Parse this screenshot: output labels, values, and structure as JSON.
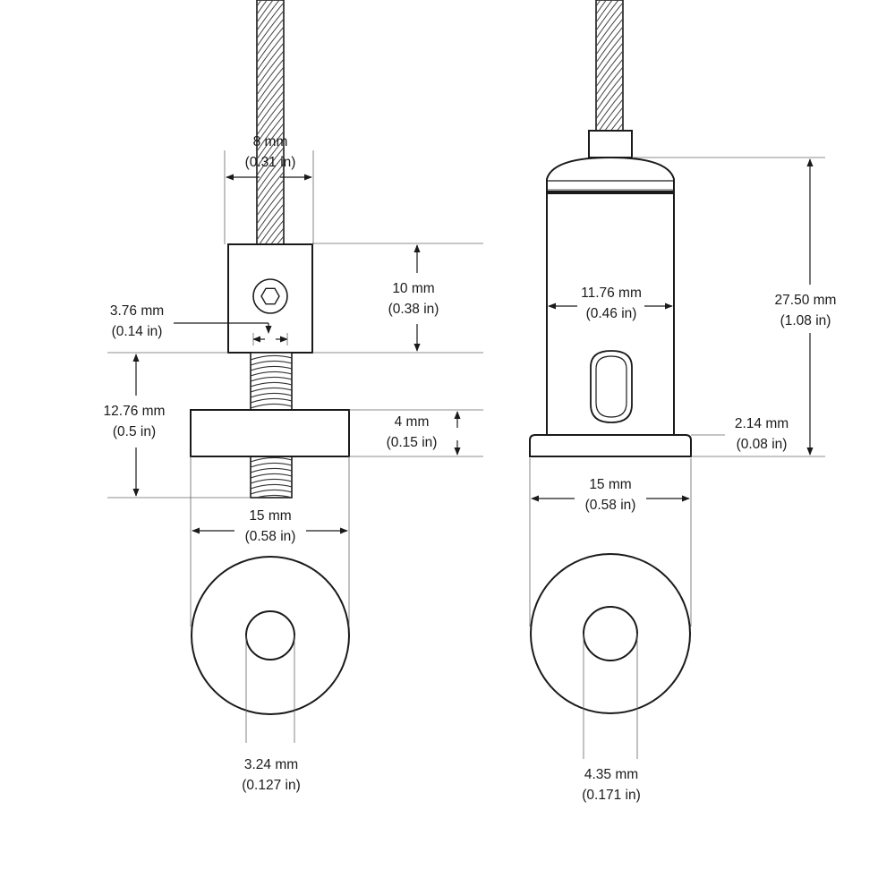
{
  "diagram": {
    "dimensions": {
      "cable_width": {
        "mm": "8 mm",
        "inch": "(0.31 in)"
      },
      "block_height": {
        "mm": "10 mm",
        "inch": "(0.38 in)"
      },
      "set_screw": {
        "mm": "3.76 mm",
        "inch": "(0.14 in)"
      },
      "thread_length": {
        "mm": "12.76 mm",
        "inch": "(0.5 in)"
      },
      "disk_thickness": {
        "mm": "4 mm",
        "inch": "(0.15 in)"
      },
      "disk_diameter_left": {
        "mm": "15 mm",
        "inch": "(0.58 in)"
      },
      "hole_left": {
        "mm": "3.24 mm",
        "inch": "(0.127 in)"
      },
      "body_width": {
        "mm": "11.76 mm",
        "inch": "(0.46 in)"
      },
      "total_height": {
        "mm": "27.50 mm",
        "inch": "(1.08 in)"
      },
      "base_height": {
        "mm": "2.14 mm",
        "inch": "(0.08 in)"
      },
      "disk_diameter_right": {
        "mm": "15 mm",
        "inch": "(0.58 in)"
      },
      "hole_right": {
        "mm": "4.35 mm",
        "inch": "(0.171 in)"
      }
    }
  }
}
